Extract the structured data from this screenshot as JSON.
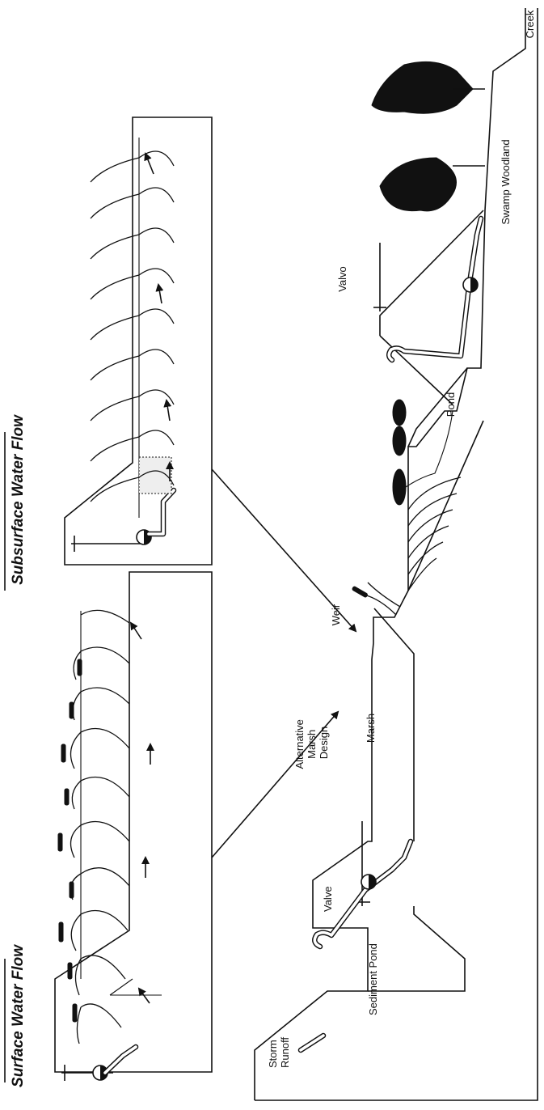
{
  "labels": {
    "surface_title": "Surface Water Flow",
    "subsurface_title": "Subsurface Water Flow",
    "storm_runoff_line1": "Storm",
    "storm_runoff_line2": "Runoff",
    "sediment_pond": "Sediment Pond",
    "valve_left": "Valve",
    "alt_line1": "Alternative",
    "alt_line2": "Marsh",
    "alt_line3": "Design",
    "marsh": "Marsh",
    "weir": "Weir",
    "pond": "Pond",
    "valve_right": "Valvo",
    "swamp_woodland": "Swamp Woodland",
    "creek": "Creek"
  },
  "colors": {
    "ink": "#111111",
    "paper": "#ffffff"
  }
}
